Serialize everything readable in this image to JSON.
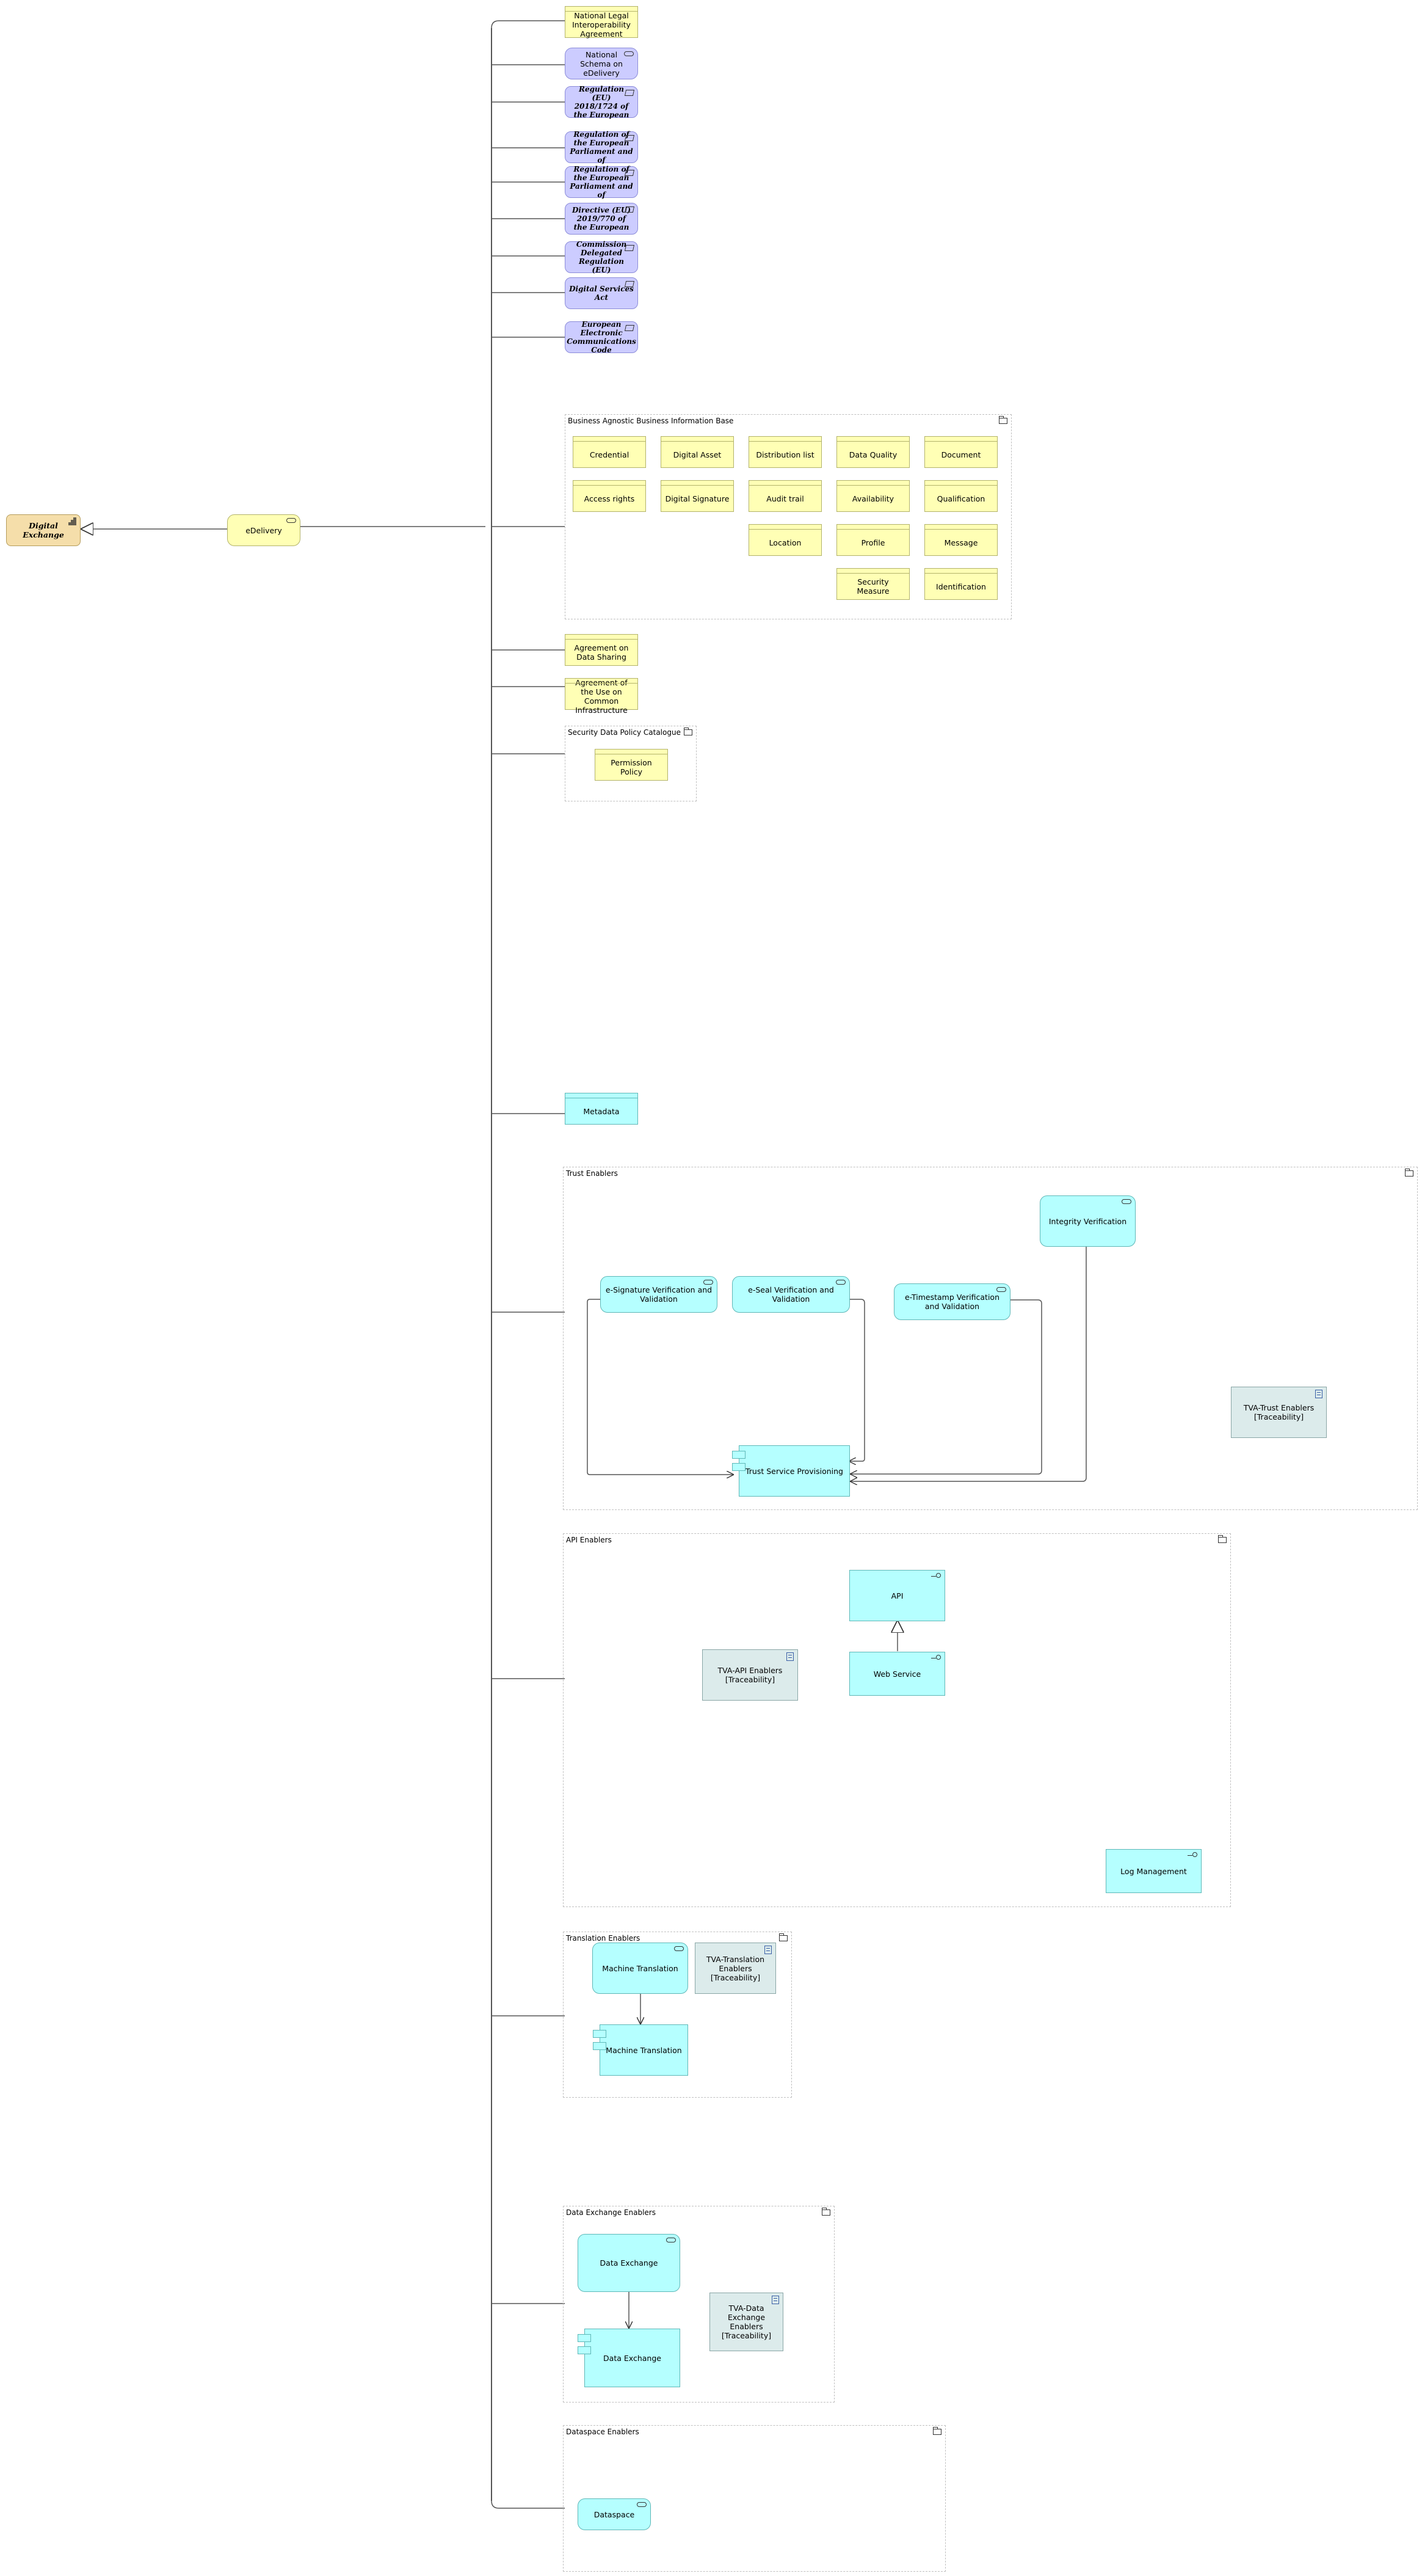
{
  "elements": {
    "digital_exchange": "Digital Exchange",
    "edelivery": "eDelivery",
    "national_legal_agreement": "National Legal Interoperability Agreement",
    "national_schema": "National Schema on eDelivery",
    "reg_2018_1724": "Regulation (EU) 2018/1724 of the European",
    "reg_ep_1": "Regulation of the European Parliament and of",
    "reg_ep_2": "Regulation of the European Parliament and of",
    "directive_2019_770": "Directive (EU) 2019/770 of the European",
    "commission_delegated": "Commission Delegated Regulation (EU)",
    "digital_services_act": "Digital Services Act",
    "eecc": "European Electronic Communications Code",
    "agreement_data_sharing": "Agreement on Data Sharing",
    "agreement_common_infra": "Agreement of the Use on Common Infrastructure",
    "permission_policy": "Permission Policy",
    "metadata": "Metadata"
  },
  "business_base": {
    "title": "Business Agnostic Business Information Base",
    "items": [
      "Credential",
      "Digital Asset",
      "Distribution list",
      "Data Quality",
      "Document",
      "Access rights",
      "Digital Signature",
      "Audit trail",
      "Availability",
      "Qualification",
      "Location",
      "Profile",
      "Message",
      "Security Measure",
      "Identification"
    ]
  },
  "security_catalogue": {
    "title": "Security Data Policy Catalogue"
  },
  "trust_enablers": {
    "title": "Trust Enablers",
    "integrity": "Integrity Verification",
    "esignature": "e-Signature Verification and Validation",
    "eseal": "e-Seal Verification and Validation",
    "etimestamp": "e-Timestamp Verification and Validation",
    "provisioning": "Trust Service Provisioning",
    "tva": "TVA-Trust Enablers [Traceability]"
  },
  "api_enablers": {
    "title": "API Enablers",
    "api": "API",
    "web_service": "Web Service",
    "tva": "TVA-API Enablers [Traceability]",
    "log": "Log Management"
  },
  "translation_enablers": {
    "title": "Translation Enablers",
    "service": "Machine Translation",
    "component": "Machine Translation",
    "tva": "TVA-Translation Enablers [Traceability]"
  },
  "data_exchange_enablers": {
    "title": "Data Exchange Enablers",
    "service": "Data Exchange",
    "component": "Data Exchange",
    "tva": "TVA-Data Exchange Enablers [Traceability]"
  },
  "dataspace_enablers": {
    "title": "Dataspace Enablers",
    "service": "Dataspace"
  },
  "colors": {
    "business_object": "#ffffb5",
    "law": "#ccccff",
    "capability": "#f5deaa",
    "application": "#b5ffff",
    "value_stream": "#dcebeb"
  }
}
